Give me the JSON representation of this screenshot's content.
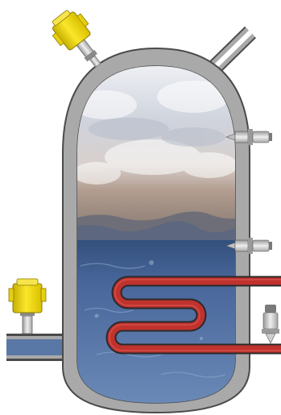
{
  "diagram": {
    "subject": "vessel",
    "colors": {
      "vessel_wall": "#a9a9a9",
      "vessel_outline": "#4a4a4a",
      "vapor_light": "#e9ecf1",
      "vapor_cloud": "#c9cdd8",
      "foam_band": "#9c8a80",
      "liquid_top": "#3e5f8f",
      "liquid_bottom": "#5e7fae",
      "heating_coil": "#c0322d",
      "coil_outline": "#2a2a2a",
      "sensor_yellow": "#f1d400",
      "sensor_steel": "#d7d7d7"
    },
    "components": [
      {
        "id": "vessel-shell",
        "icon": "vessel-icon"
      },
      {
        "id": "top-nozzle",
        "icon": "pipe-icon"
      },
      {
        "id": "inlet-pipe",
        "icon": "pipe-icon"
      },
      {
        "id": "heating-coil",
        "icon": "coil-icon"
      },
      {
        "id": "radar-sensor-top",
        "icon": "radar-sensor-icon"
      },
      {
        "id": "radar-sensor-pipe",
        "icon": "radar-sensor-icon"
      },
      {
        "id": "level-switch-upper",
        "icon": "level-switch-icon"
      },
      {
        "id": "level-switch-middle",
        "icon": "level-switch-icon"
      },
      {
        "id": "level-switch-lower",
        "icon": "level-switch-icon"
      }
    ]
  }
}
